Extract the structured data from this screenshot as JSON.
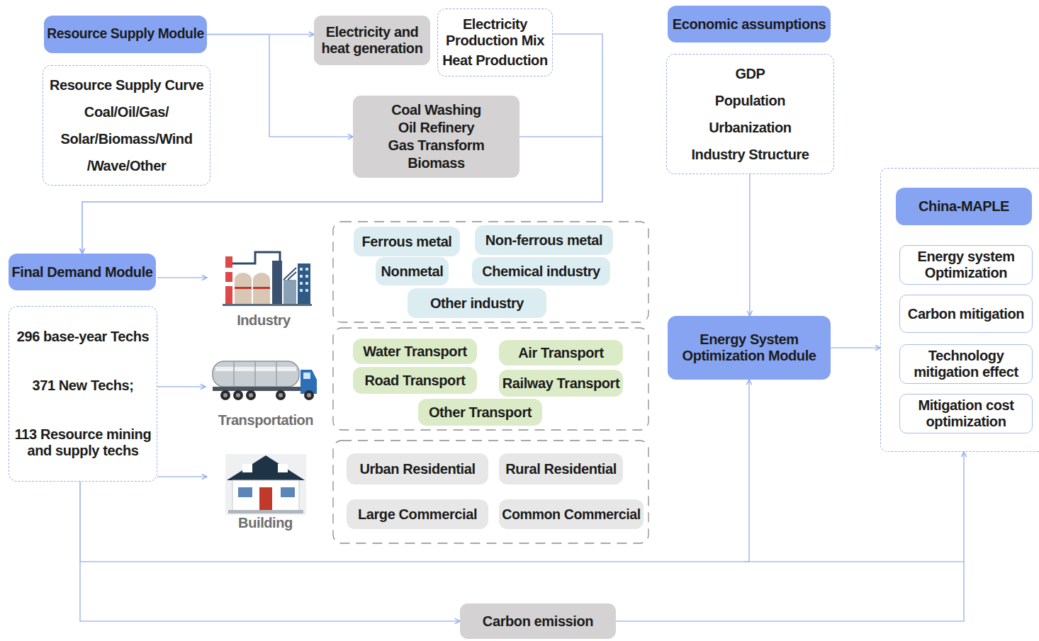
{
  "diagram": {
    "nodes": [
      {
        "text": [
          "Resource Supply Module"
        ]
      },
      {
        "text": [
          "Resource Supply Curve",
          "Coal/Oil/Gas/",
          "Solar/Biomass/Wind",
          "/Wave/Other"
        ]
      },
      {
        "text": [
          "Electricity and heat generation"
        ]
      },
      {
        "text": [
          "Electricity Production Mix",
          "Heat Production"
        ]
      },
      {
        "text": [
          "Coal Washing",
          "Oil Refinery",
          "Gas Transform",
          "Biomass"
        ]
      },
      {
        "text": [
          "Economic assumptions"
        ]
      },
      {
        "text": [
          "GDP",
          "Population",
          "Urbanization",
          "Industry Structure"
        ]
      },
      {
        "text": [
          "Final Demand Module"
        ]
      },
      {
        "text": [
          "296 base-year Techs",
          "371 New Techs;",
          "113 Resource mining and supply techs"
        ]
      },
      {
        "text": [
          "Industry"
        ]
      },
      {
        "text": [
          "Transportation"
        ]
      },
      {
        "text": [
          "Building"
        ]
      },
      {
        "text": [
          "Ferrous metal"
        ]
      },
      {
        "text": [
          "Non-ferrous metal"
        ]
      },
      {
        "text": [
          "Nonmetal"
        ]
      },
      {
        "text": [
          "Chemical industry"
        ]
      },
      {
        "text": [
          "Other industry"
        ]
      },
      {
        "text": [
          "Water Transport"
        ]
      },
      {
        "text": [
          "Air Transport"
        ]
      },
      {
        "text": [
          "Road Transport"
        ]
      },
      {
        "text": [
          "Railway Transport"
        ]
      },
      {
        "text": [
          "Other Transport"
        ]
      },
      {
        "text": [
          "Urban Residential"
        ]
      },
      {
        "text": [
          "Rural Residential"
        ]
      },
      {
        "text": [
          "Large Commercial"
        ]
      },
      {
        "text": [
          "Common Commercial"
        ]
      },
      {
        "text": [
          "Energy System Optimization Module"
        ]
      },
      {
        "text": [
          "China-MAPLE"
        ]
      },
      {
        "text": [
          "Energy system Optimization"
        ],
        "in": 27
      },
      {
        "text": [
          "Carbon mitigation"
        ],
        "in": 27
      },
      {
        "text": [
          "Technology mitigation effect"
        ],
        "in": 27
      },
      {
        "text": [
          "Mitigation cost optimization"
        ],
        "in": 27
      },
      {
        "text": [
          "Carbon emission"
        ]
      }
    ],
    "edges": [
      {
        "from": 0,
        "to": 2,
        "arrow": "to"
      },
      {
        "from": 0,
        "to": 4,
        "arrow": "to"
      },
      {
        "from": 3,
        "to": 7,
        "arrow": "to"
      },
      {
        "from": 4,
        "to": 7,
        "arrow": "to"
      },
      {
        "from": 6,
        "to": 26,
        "arrow": "to"
      },
      {
        "from": 8,
        "to": 9,
        "arrow": "to"
      },
      {
        "from": 8,
        "to": 10,
        "arrow": "to"
      },
      {
        "from": 8,
        "to": 11,
        "arrow": "to"
      },
      {
        "from": 8,
        "to": 26,
        "arrow": "to"
      },
      {
        "from": 8,
        "to": 32,
        "arrow": "to"
      },
      {
        "from": 26,
        "to": 27,
        "arrow": "to"
      },
      {
        "from": 32,
        "to": 27,
        "arrow": "to"
      }
    ]
  }
}
